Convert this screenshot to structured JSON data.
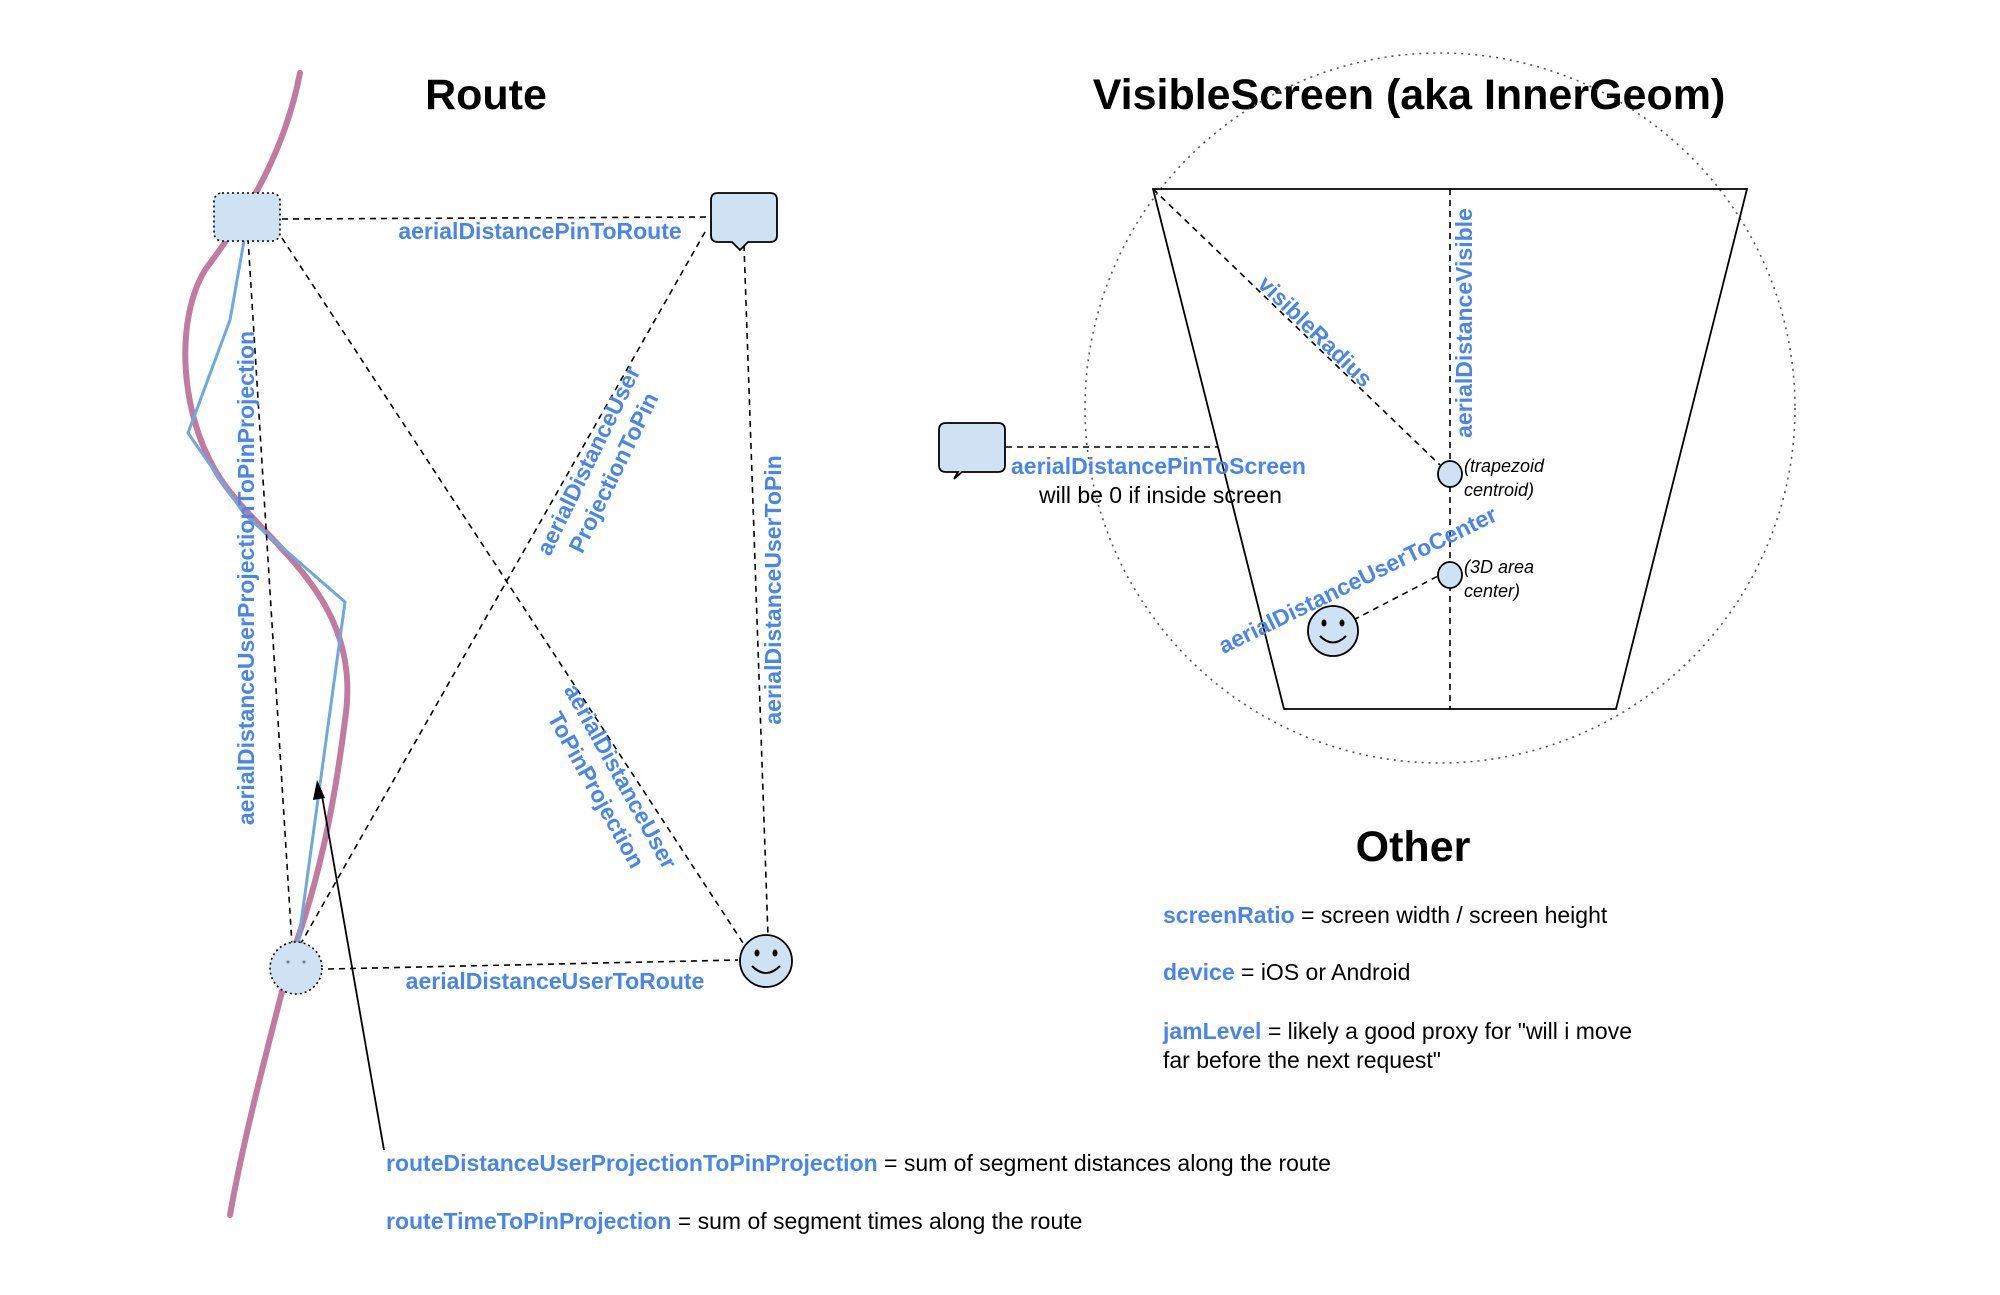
{
  "route": {
    "title": "Route",
    "labels": {
      "pin_to_route": "aerialDistancePinToRoute",
      "user_projection_to_pin_line1": "aerialDistanceUser",
      "user_projection_to_pin_line2": "ProjectionToPin",
      "user_to_pin": "aerialDistanceUserToPin",
      "user_to_pin_projection_line1": "aerialDistanceUser",
      "user_to_pin_projection_line2": "ToPinProjection",
      "user_projection_to_pin_projection": "aerialDistanceUserProjectionToPinProjection",
      "user_to_route": "aerialDistanceUserToRoute"
    },
    "notes": [
      {
        "term": "routeDistanceUserProjectionToPinProjection",
        "text": " = sum of segment distances along the route"
      },
      {
        "term": "routeTimeToPinProjection",
        "text": " = sum of segment times along the route"
      }
    ]
  },
  "visible_screen": {
    "title": "VisibleScreen (aka InnerGeom)",
    "labels": {
      "visible_radius": "visibleRadius",
      "aerial_distance_visible": "aerialDistanceVisible",
      "pin_to_screen": "aerialDistancePinToScreen",
      "pin_to_screen_note": "will be 0 if inside screen",
      "user_to_center": "aerialDistanceUserToCenter",
      "centroid_line1": "(trapezoid",
      "centroid_line2": "centroid)",
      "area_center_line1": "(3D area",
      "area_center_line2": "center)"
    }
  },
  "other": {
    "title": "Other",
    "items": [
      {
        "term": "screenRatio",
        "text": " = screen width / screen height"
      },
      {
        "term": "device",
        "text": " = iOS or Android"
      },
      {
        "term": "jamLevel",
        "text": " = likely a good proxy for \"will i move",
        "text_line2": "far before the next request\""
      }
    ]
  },
  "colors": {
    "label_blue": "#4a86e8",
    "route_pink": "#c27ba0",
    "route_blue": "#6fa8dc",
    "shape_fill": "#cfe2f3"
  }
}
